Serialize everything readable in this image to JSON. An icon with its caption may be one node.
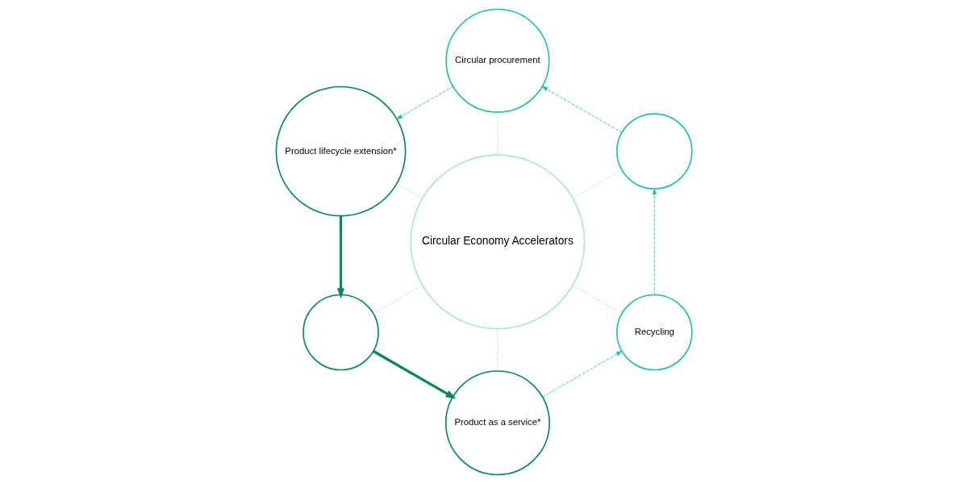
{
  "diagram": {
    "nodes": [
      {
        "text": [
          "Circular Economy Accelerators"
        ]
      },
      {
        "text": [],
        "shape": "circle"
      },
      {
        "text": [
          "Circular procurement"
        ]
      },
      {
        "text": [
          "Product lifecycle extension*"
        ]
      },
      {
        "text": [],
        "shape": "circle"
      },
      {
        "text": [
          "Product as a service*"
        ]
      },
      {
        "text": [
          "Recycling"
        ]
      }
    ],
    "edges": [
      {
        "from": 1,
        "to": 2,
        "arrow": "to",
        "style": "dashed",
        "color": "#1dbf9f"
      },
      {
        "from": 2,
        "to": 3,
        "arrow": "to",
        "style": "dashed",
        "color": "#1dbf9f"
      },
      {
        "from": 3,
        "to": 4,
        "arrow": "to",
        "style": "thick",
        "color": "#00875a"
      },
      {
        "from": 4,
        "to": 5,
        "arrow": "to",
        "style": "thick",
        "color": "#00875a"
      },
      {
        "from": 5,
        "to": 6,
        "arrow": "to",
        "style": "dashed",
        "color": "#1dbf9f"
      },
      {
        "from": 6,
        "to": 1,
        "arrow": "to",
        "style": "dashed",
        "color": "#1dbf9f"
      },
      {
        "from": 0,
        "to": 1,
        "arrow": "none",
        "style": "dashed"
      },
      {
        "from": 0,
        "to": 2,
        "arrow": "none",
        "style": "dashed"
      },
      {
        "from": 0,
        "to": 3,
        "arrow": "none",
        "style": "dashed"
      },
      {
        "from": 0,
        "to": 4,
        "arrow": "none",
        "style": "dashed"
      },
      {
        "from": 0,
        "to": 5,
        "arrow": "none",
        "style": "dashed"
      },
      {
        "from": 0,
        "to": 6,
        "arrow": "none",
        "style": "dashed"
      }
    ]
  }
}
